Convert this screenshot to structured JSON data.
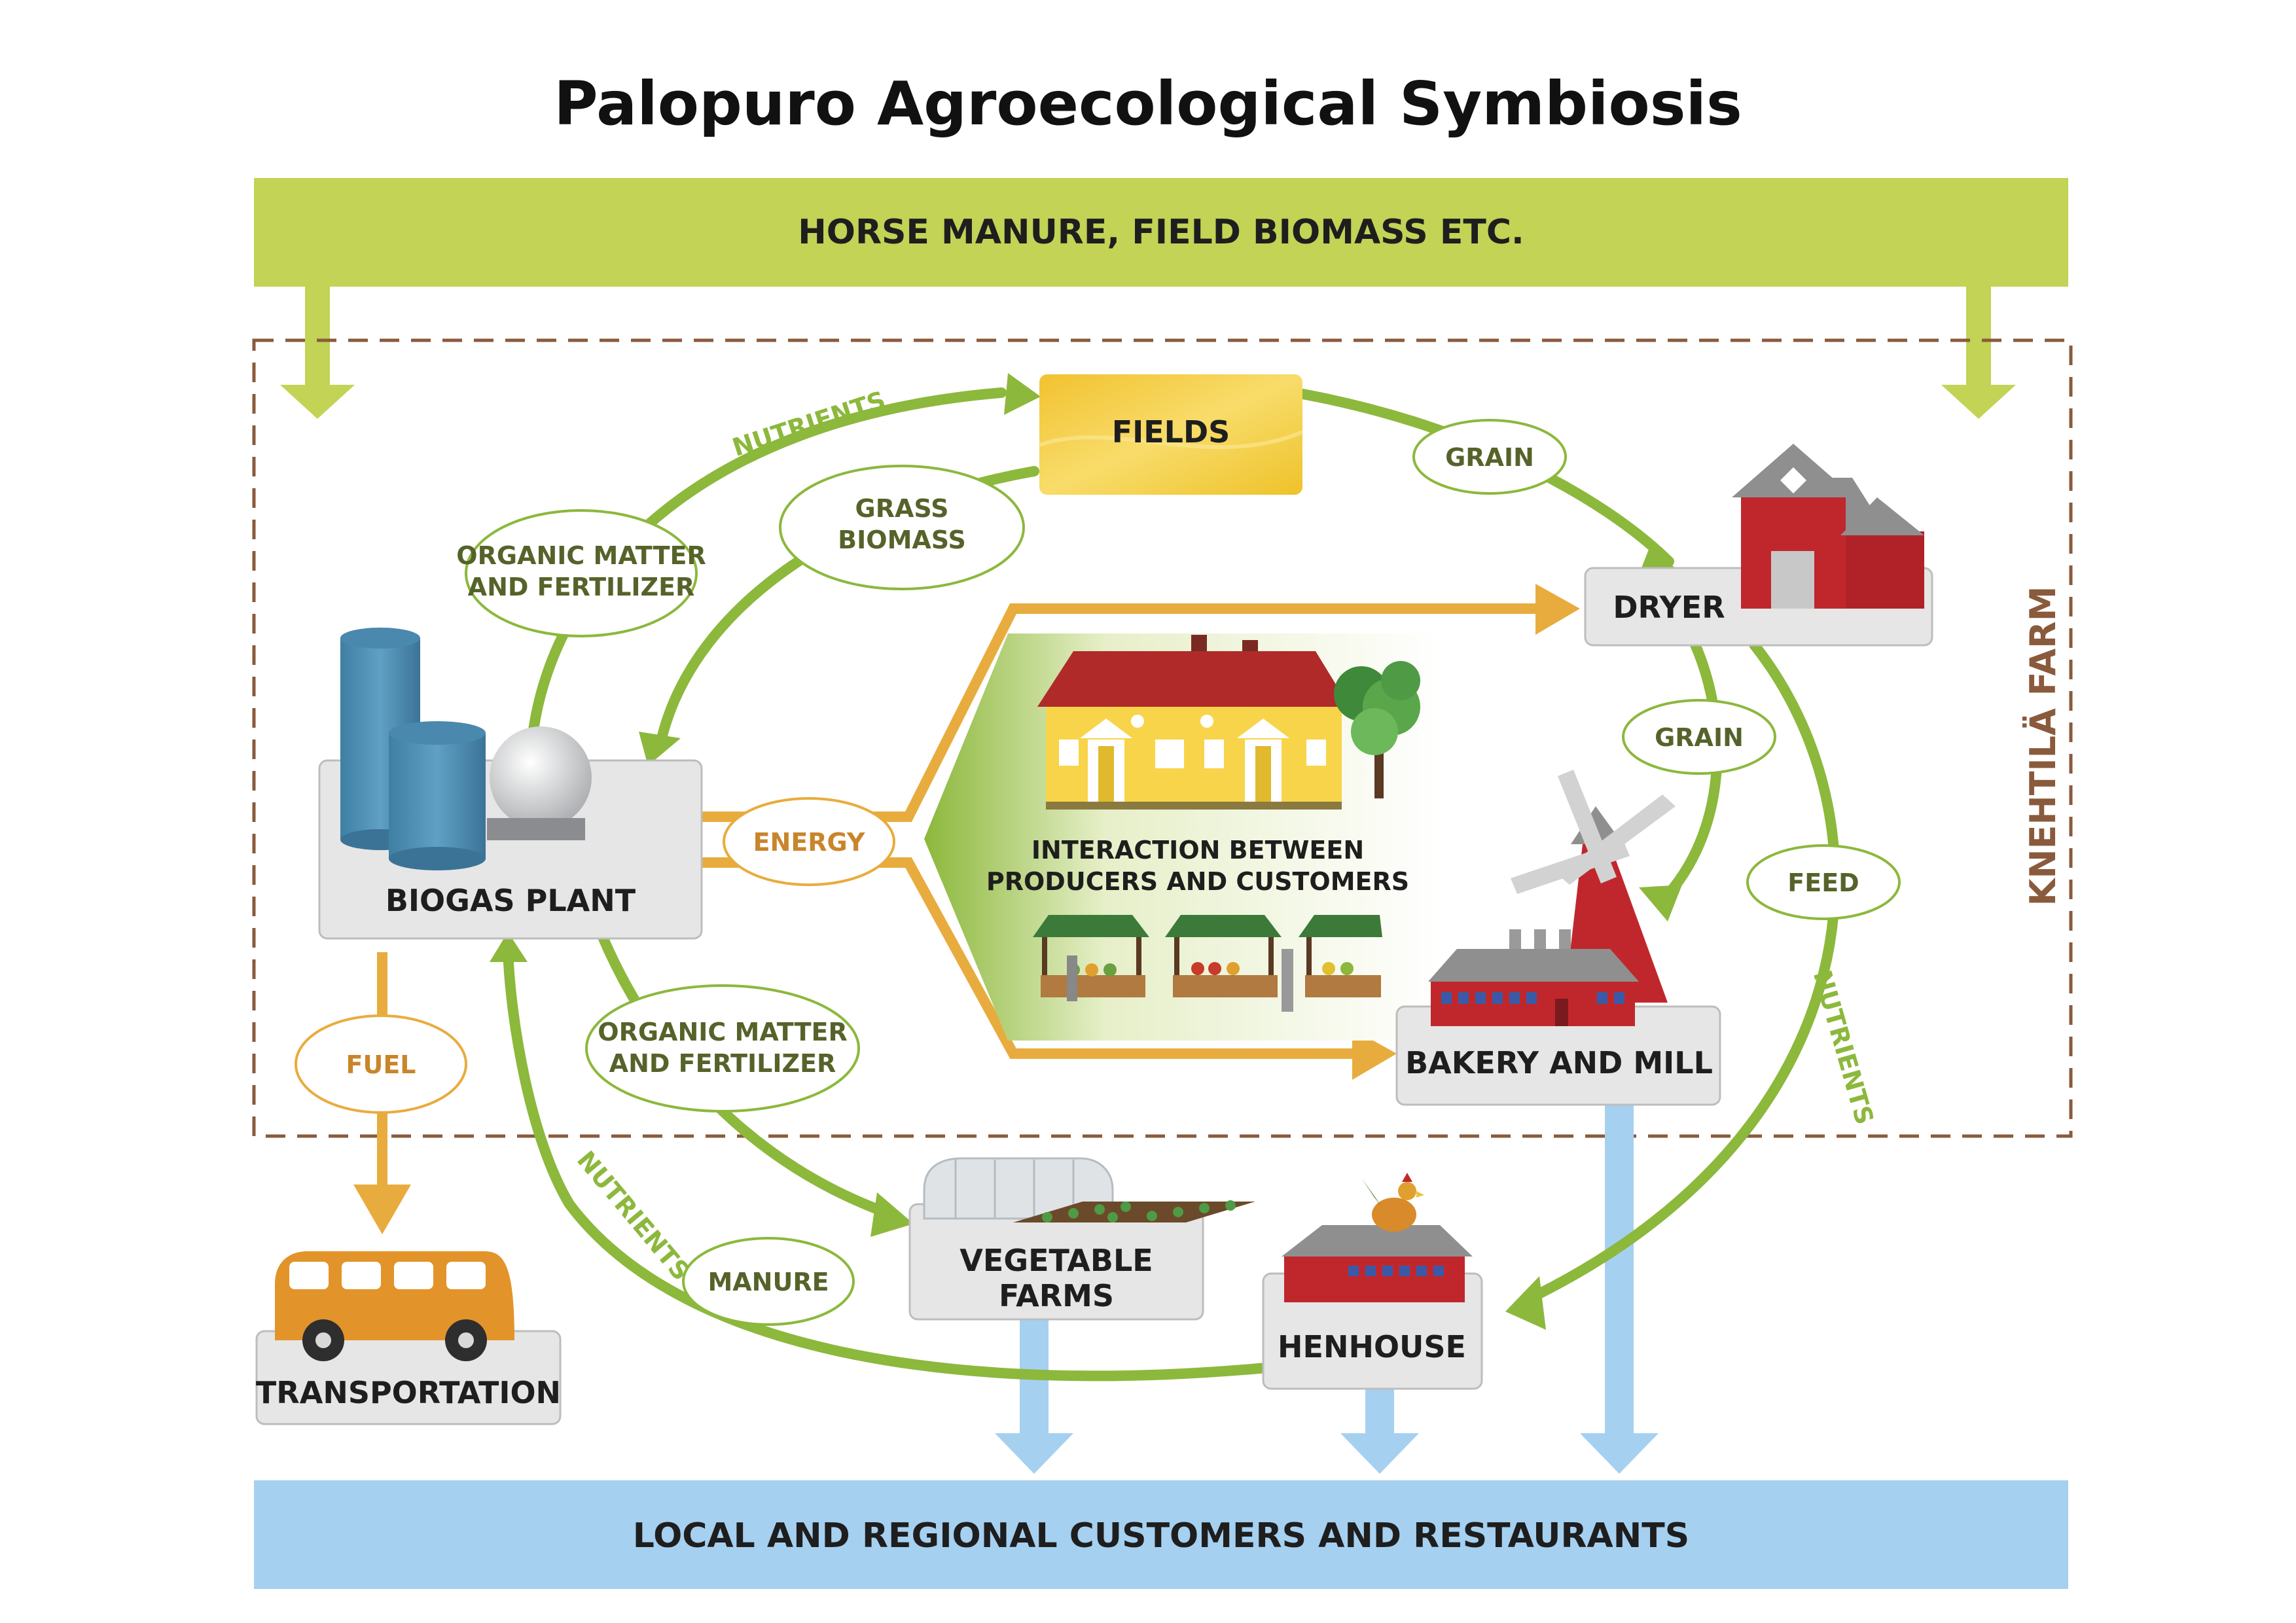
{
  "title": "Palopuro Agroecological Symbiosis",
  "top_band": "HORSE MANURE, FIELD BIOMASS ETC.",
  "bottom_band": "LOCAL AND REGIONAL CUSTOMERS AND RESTAURANTS",
  "farm_label": "KNEHTILÄ FARM",
  "nodes": {
    "fields": "FIELDS",
    "dryer": "DRYER",
    "biogas": "BIOGAS PLANT",
    "bakery": "BAKERY AND MILL",
    "vegetable_line1": "VEGETABLE",
    "vegetable_line2": "FARMS",
    "henhouse": "HENHOUSE",
    "transportation": "TRANSPORTATION",
    "interaction_line1": "INTERACTION BETWEEN",
    "interaction_line2": "PRODUCERS AND CUSTOMERS"
  },
  "flow_labels": {
    "nutrients_top": "NUTRIENTS",
    "grain_top": "GRAIN",
    "organic_left_1": "ORGANIC MATTER",
    "organic_left_2": "AND FERTILIZER",
    "grass_1": "GRASS",
    "grass_2": "BIOMASS",
    "energy": "ENERGY",
    "grain_mid": "GRAIN",
    "feed": "FEED",
    "nutrients_right": "NUTRIENTS",
    "fuel": "FUEL",
    "organic_bottom_1": "ORGANIC MATTER",
    "organic_bottom_2": "AND FERTILIZER",
    "nutrients_left": "NUTRIENTS",
    "manure": "MANURE"
  },
  "colors": {
    "green": "#8cb83c",
    "light_green": "#c2d355",
    "orange": "#e8ac3e",
    "blue": "#a6d0f0",
    "brown": "#8a5a3c",
    "label_green": "#55632a",
    "label_orange": "#c9852a"
  }
}
